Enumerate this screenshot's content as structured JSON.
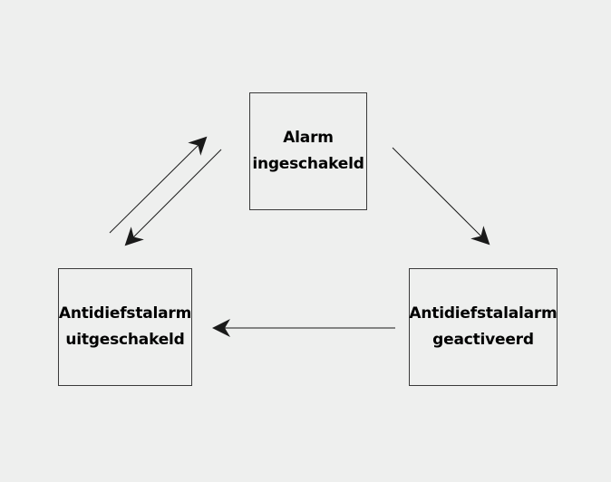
{
  "states": {
    "alarm_on": {
      "line1": "Alarm",
      "line2": "ingeschakeld"
    },
    "alarm_off": {
      "line1": "Antidiefstalarm",
      "line2": "uitgeschakeld"
    },
    "alarm_active": {
      "line1": "Antidiefstalalarm",
      "line2": "geactiveerd"
    }
  },
  "transitions": [
    {
      "from": "alarm_off",
      "to": "alarm_on"
    },
    {
      "from": "alarm_on",
      "to": "alarm_off"
    },
    {
      "from": "alarm_on",
      "to": "alarm_active"
    },
    {
      "from": "alarm_active",
      "to": "alarm_off"
    }
  ],
  "colors": {
    "background": "#eeefee",
    "stroke": "#1a1a1a"
  }
}
